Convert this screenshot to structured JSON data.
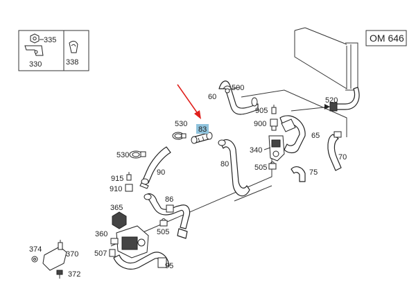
{
  "engine_code": "OM 646",
  "highlight_color": "#8fc3dd",
  "arrow_color": "#e0201c",
  "callouts": {
    "c335": "335",
    "c330": "330",
    "c338": "338",
    "c60": "60",
    "c500": "500",
    "c520": "520",
    "c905": "905",
    "c900": "900",
    "c65": "65",
    "c530a": "530",
    "c83": "83",
    "c340": "340",
    "c70": "70",
    "c530b": "530",
    "c80": "80",
    "c505a": "505",
    "c75": "75",
    "c90": "90",
    "c915": "915",
    "c910": "910",
    "c86": "86",
    "c365": "365",
    "c505b": "505",
    "c360": "360",
    "c507": "507",
    "c374": "374",
    "c370": "370",
    "c95": "95",
    "c372": "372"
  }
}
